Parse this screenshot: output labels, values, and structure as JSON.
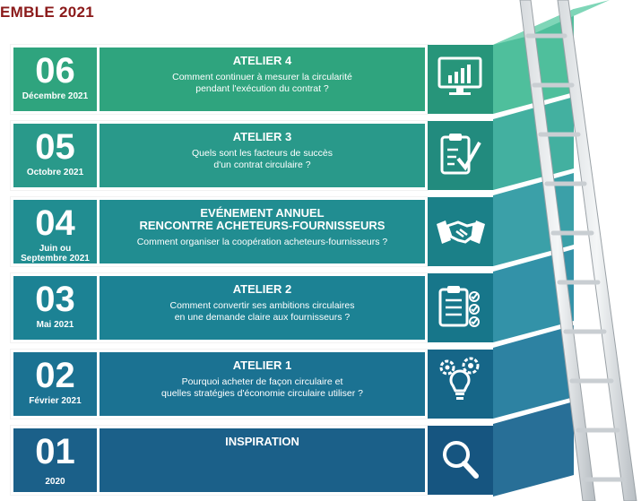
{
  "header": {
    "title": "EMBLE 2021"
  },
  "colors": {
    "title": "#8b1a1a"
  },
  "steps": [
    {
      "number": "06",
      "date": "Décembre 2021",
      "title": "ATELIER 4",
      "question_line1": "Comment continuer à mesurer la circularité",
      "question_line2": "pendant l'exécution du contrat ?",
      "icon": "monitor-chart-icon",
      "color": "#2fa47e"
    },
    {
      "number": "05",
      "date": "Octobre 2021",
      "title": "ATELIER 3",
      "question_line1": "Quels sont les facteurs de succès",
      "question_line2": "d'un contrat circulaire ?",
      "icon": "clipboard-check-icon",
      "color": "#29998a"
    },
    {
      "number": "04",
      "date_line1": "Juin ou",
      "date_line2": "Septembre 2021",
      "title_line1": "EVÉNEMENT ANNUEL",
      "title_line2": "RENCONTRE ACHETEURS-FOURNISSEURS",
      "question_line1": "Comment organiser la coopération acheteurs-fournisseurs ?",
      "icon": "handshake-icon",
      "color": "#218d91"
    },
    {
      "number": "03",
      "date": "Mai 2021",
      "title": "ATELIER 2",
      "question_line1": "Comment convertir ses ambitions circulaires",
      "question_line2": "en une demande claire aux fournisseurs ?",
      "icon": "checklist-icon",
      "color": "#1c8294"
    },
    {
      "number": "02",
      "date": "Février 2021",
      "title": "ATELIER 1",
      "question_line1": "Pourquoi acheter de façon circulaire et",
      "question_line2": "quelles stratégies d'économie circulaire utiliser ?",
      "icon": "gears-bulb-icon",
      "color": "#1b7292"
    },
    {
      "number": "01",
      "date": "2020",
      "title": "INSPIRATION",
      "icon": "magnifier-icon",
      "color": "#1b6089"
    }
  ]
}
